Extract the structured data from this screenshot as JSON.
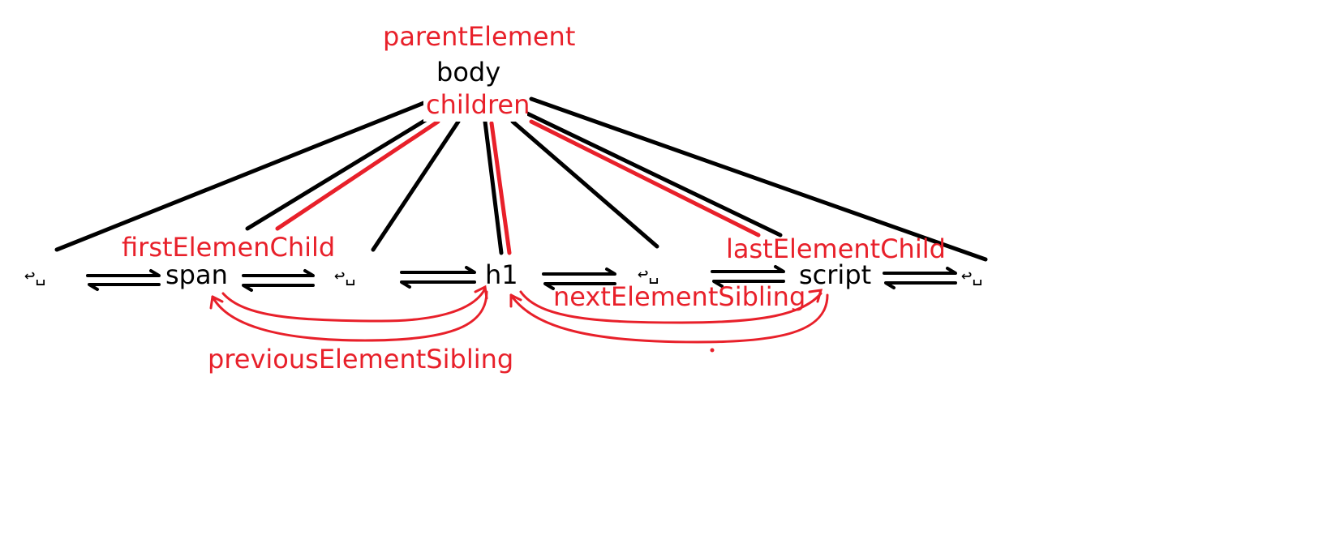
{
  "root": {
    "parent_label": "parentElement",
    "node": "body",
    "children_label": "children"
  },
  "nodes": {
    "ws1": "↩␣",
    "span": "span",
    "ws2": "↩␣",
    "h1": "h1",
    "ws3": "↩␣",
    "script": "script",
    "ws4": "↩␣"
  },
  "relations": {
    "first_element_child": "firstElemenChild",
    "last_element_child": "lastElementChild",
    "next_element_sibling": "nextElementSibling",
    "previous_element_sibling": "previousElementSibling"
  },
  "colors": {
    "relation": "#e8202a",
    "structure": "#000000"
  }
}
